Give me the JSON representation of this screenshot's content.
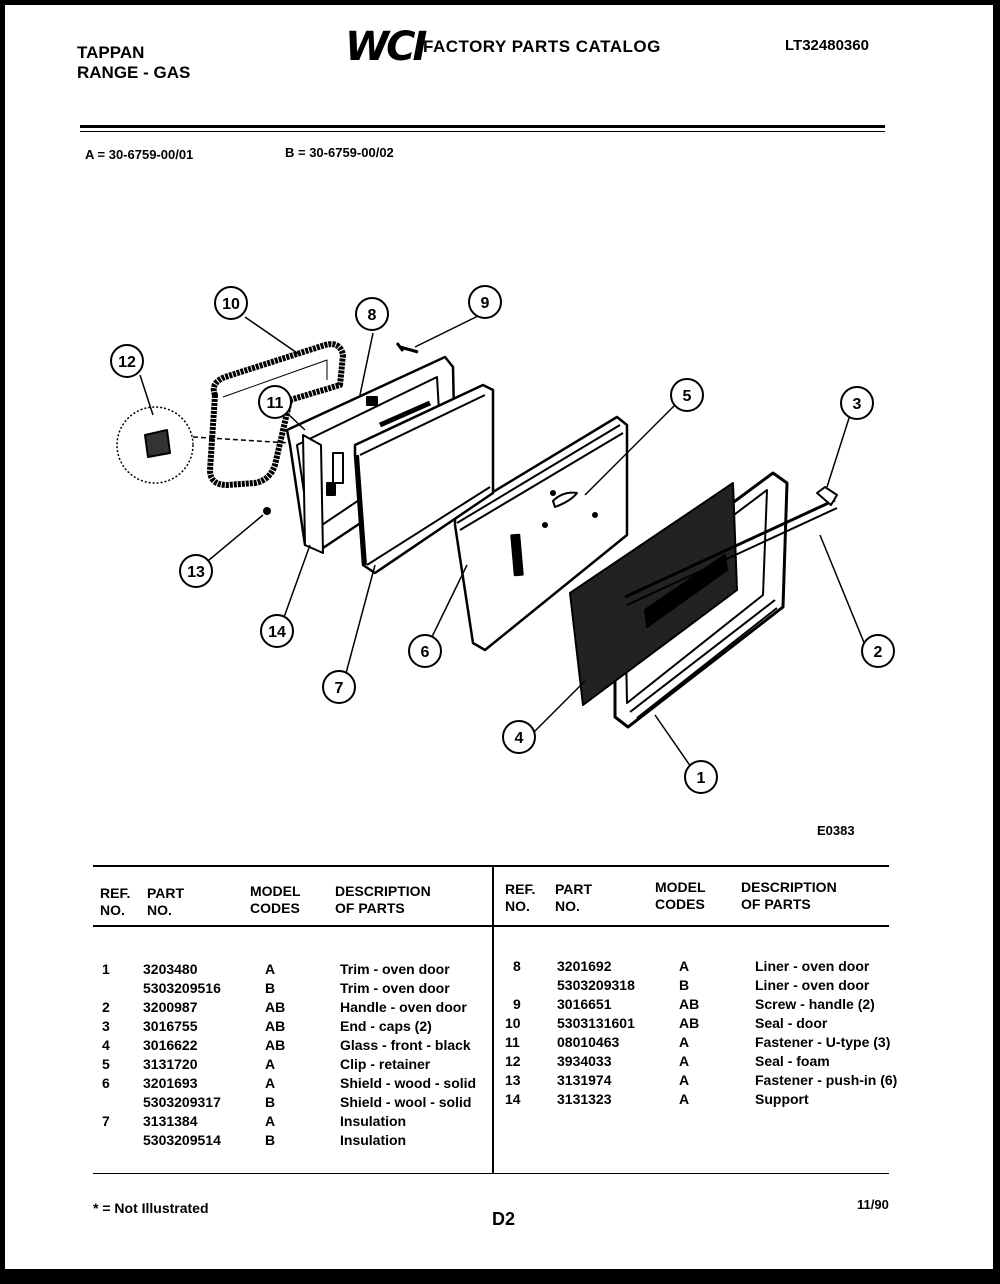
{
  "header": {
    "brand": "TAPPAN",
    "product": "RANGE - GAS",
    "logo_text": "WCI",
    "catalog_title": "FACTORY PARTS CATALOG",
    "model_number": "LT32480360"
  },
  "model_codes": {
    "a": "A = 30-6759-00/01",
    "b": "B = 30-6759-00/02"
  },
  "diagram": {
    "code": "E0383",
    "callouts": [
      "1",
      "2",
      "3",
      "4",
      "5",
      "6",
      "7",
      "8",
      "9",
      "10",
      "11",
      "12",
      "13",
      "14"
    ]
  },
  "table": {
    "headers": {
      "ref": [
        "REF.",
        "NO."
      ],
      "part": [
        "PART",
        "NO."
      ],
      "model": [
        "MODEL",
        "CODES"
      ],
      "desc": [
        "DESCRIPTION",
        "OF PARTS"
      ]
    },
    "left_rows": [
      {
        "ref": "1",
        "part": "3203480",
        "code": "A",
        "desc": "Trim - oven door"
      },
      {
        "ref": "",
        "part": "5303209516",
        "code": "B",
        "desc": "Trim - oven door"
      },
      {
        "ref": "2",
        "part": "3200987",
        "code": "AB",
        "desc": "Handle - oven door"
      },
      {
        "ref": "3",
        "part": "3016755",
        "code": "AB",
        "desc": "End - caps (2)"
      },
      {
        "ref": "4",
        "part": "3016622",
        "code": "AB",
        "desc": "Glass - front - black"
      },
      {
        "ref": "5",
        "part": "3131720",
        "code": "A",
        "desc": "Clip - retainer"
      },
      {
        "ref": "6",
        "part": "3201693",
        "code": "A",
        "desc": "Shield - wood - solid"
      },
      {
        "ref": "",
        "part": "5303209317",
        "code": "B",
        "desc": "Shield - wool - solid"
      },
      {
        "ref": "7",
        "part": "3131384",
        "code": "A",
        "desc": "Insulation"
      },
      {
        "ref": "",
        "part": "5303209514",
        "code": "B",
        "desc": "Insulation"
      }
    ],
    "right_rows": [
      {
        "ref": "8",
        "part": "3201692",
        "code": "A",
        "desc": "Liner - oven door"
      },
      {
        "ref": "",
        "part": "5303209318",
        "code": "B",
        "desc": "Liner - oven door"
      },
      {
        "ref": "9",
        "part": "3016651",
        "code": "AB",
        "desc": "Screw - handle (2)"
      },
      {
        "ref": "10",
        "part": "5303131601",
        "code": "AB",
        "desc": "Seal - door"
      },
      {
        "ref": "11",
        "part": "08010463",
        "code": "A",
        "desc": "Fastener - U-type (3)"
      },
      {
        "ref": "12",
        "part": "3934033",
        "code": "A",
        "desc": "Seal - foam"
      },
      {
        "ref": "13",
        "part": "3131974",
        "code": "A",
        "desc": "Fastener - push-in (6)"
      },
      {
        "ref": "14",
        "part": "3131323",
        "code": "A",
        "desc": "Support"
      }
    ]
  },
  "footer": {
    "note": "* = Not Illustrated",
    "page": "D2",
    "date": "11/90"
  }
}
